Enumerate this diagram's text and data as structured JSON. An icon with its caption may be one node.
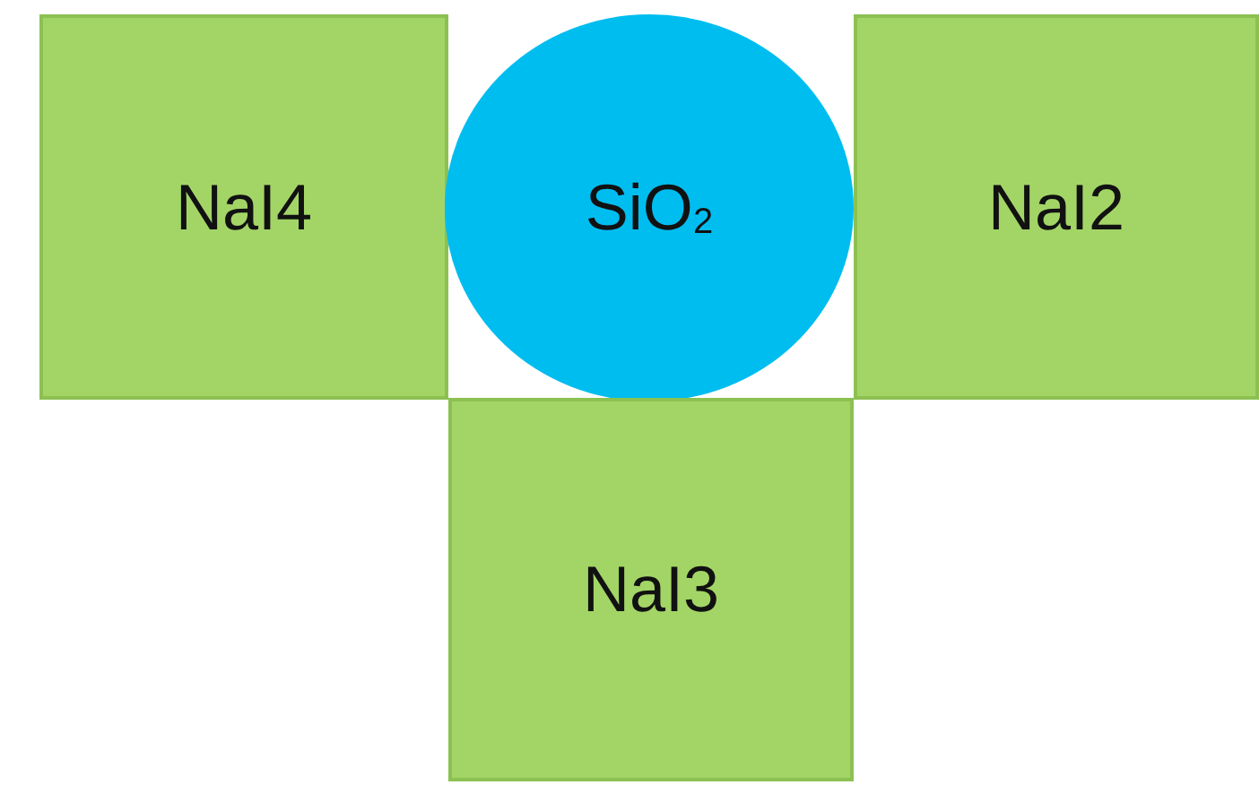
{
  "diagram": {
    "nodes": [
      {
        "text": [
          "NaI4"
        ]
      },
      {
        "text": [
          "SiO$_{2}$"
        ]
      },
      {
        "text": [
          "NaI2"
        ]
      },
      {
        "text": [
          "NaI3"
        ]
      }
    ]
  }
}
